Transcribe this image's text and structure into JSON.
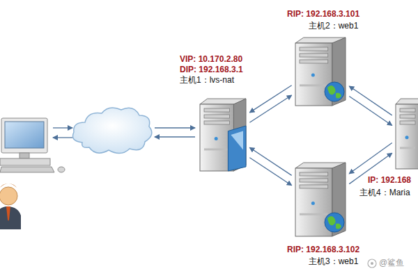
{
  "diagram": {
    "nodes": [
      {
        "text": [
          "VIP: 10.170.2.80",
          "DIP: 192.168.3.1",
          "主机1：lvs-nat"
        ]
      },
      {
        "text": [
          "RIP: 192.168.3.101",
          "主机2：web1"
        ]
      },
      {
        "text": [
          "RIP: 192.168.3.102",
          "主机3：web1"
        ]
      },
      {
        "text": [
          "IP: 192.168",
          "主机4：Maria"
        ]
      }
    ],
    "edges": [
      {
        "from": 0,
        "to": 1,
        "arrow": "to"
      },
      {
        "from": 1,
        "to": 0,
        "arrow": "to"
      },
      {
        "from": 0,
        "to": 2,
        "arrow": "to"
      },
      {
        "from": 2,
        "to": 0,
        "arrow": "to"
      },
      {
        "from": 1,
        "to": 3,
        "arrow": "to"
      },
      {
        "from": 3,
        "to": 1,
        "arrow": "to"
      },
      {
        "from": 2,
        "to": 3,
        "arrow": "to"
      },
      {
        "from": 3,
        "to": 2,
        "arrow": "to"
      }
    ],
    "labels": [
      "@鲨鱼"
    ]
  }
}
